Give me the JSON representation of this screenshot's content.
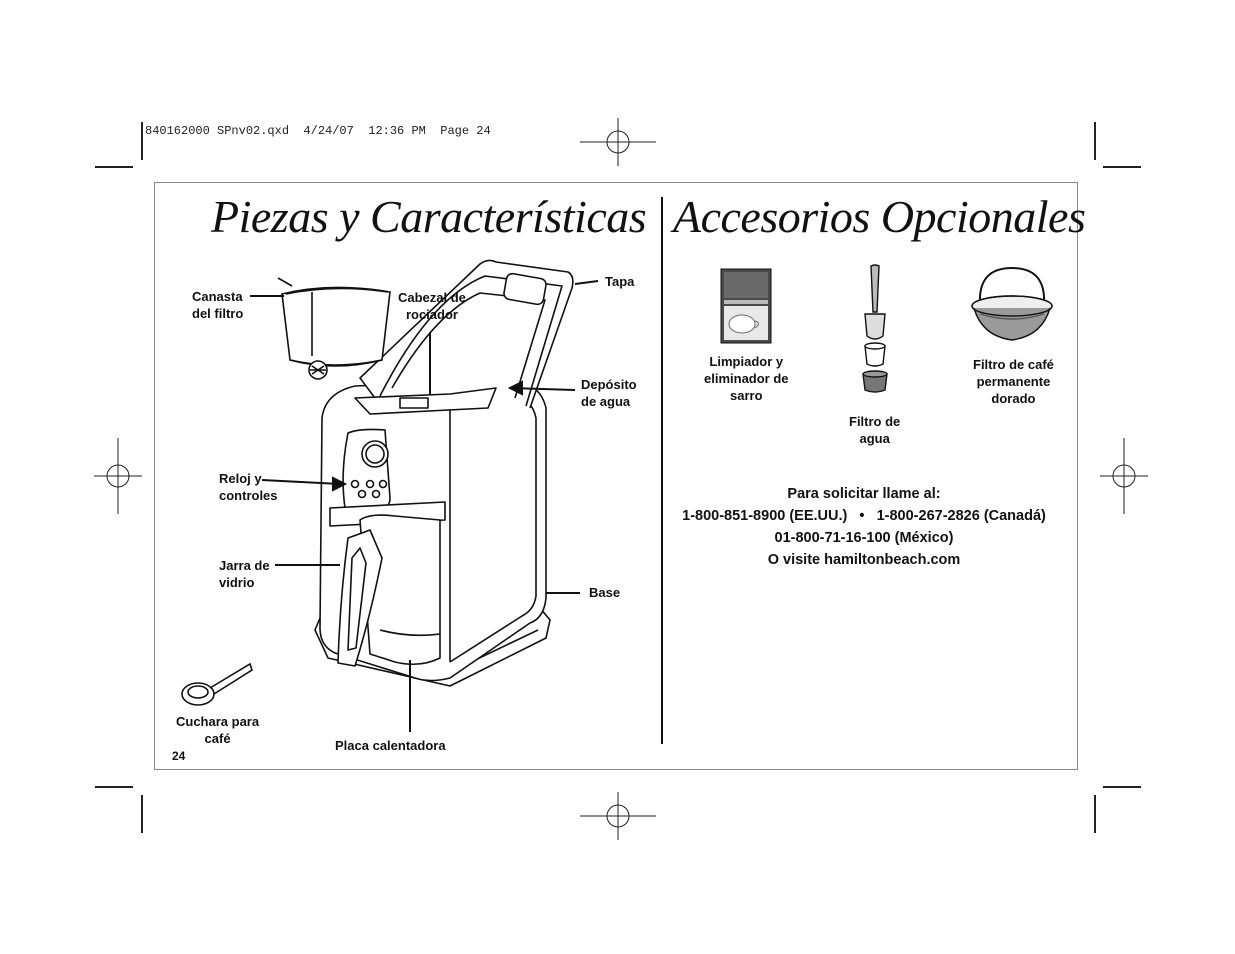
{
  "slug": "840162000 SPnv02.qxd  4/24/07  12:36 PM  Page 24",
  "page_number": "24",
  "left_title": "Piezas y Características",
  "right_title": "Accesorios Opcionales",
  "parts": {
    "canasta": [
      "Canasta",
      "del filtro"
    ],
    "cabezal": [
      "Cabezal de",
      "rociador"
    ],
    "tapa": "Tapa",
    "deposito": [
      "Depósito",
      "de agua"
    ],
    "reloj": [
      "Reloj y",
      "controles"
    ],
    "jarra": [
      "Jarra de",
      "vidrio"
    ],
    "base": "Base",
    "cuchara": [
      "Cuchara para",
      "café"
    ],
    "placa": "Placa calentadora"
  },
  "accessories": {
    "limpiador": [
      "Limpiador y",
      "eliminador de",
      "sarro"
    ],
    "filtro_agua": [
      "Filtro de",
      "agua"
    ],
    "filtro_cafe": [
      "Filtro de café",
      "permanente",
      "dorado"
    ]
  },
  "order": {
    "line1": "Para solicitar llame al:",
    "line2": "1-800-851-8900 (EE.UU.)   •   1-800-267-2826 (Canadá)",
    "line3": "01-800-71-16-100 (México)",
    "line4": "O visite hamiltonbeach.com"
  }
}
